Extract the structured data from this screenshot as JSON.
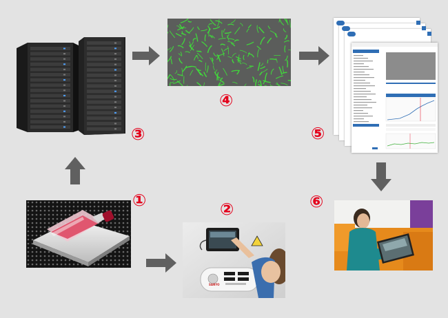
{
  "steps": [
    {
      "id": 1,
      "label": "①",
      "icon": "cell-culture-flask-icon"
    },
    {
      "id": 2,
      "label": "②",
      "icon": "incubator-touchscreen-icon"
    },
    {
      "id": 3,
      "label": "③",
      "icon": "server-rack-icon"
    },
    {
      "id": 4,
      "label": "④",
      "icon": "cell-image-icon"
    },
    {
      "id": 5,
      "label": "⑤",
      "icon": "report-pages-icon"
    },
    {
      "id": 6,
      "label": "⑥",
      "icon": "tablet-user-icon"
    }
  ],
  "report_page": {
    "chart_header": "Growth",
    "sidebar_header": "Experiments",
    "lot_header": "Lot"
  },
  "incubator": {
    "brand": "SANYO"
  },
  "colors": {
    "background": "#e3e3e3",
    "arrow": "#606060",
    "step_number": "#e4001b",
    "cell_green": "#3fe03a",
    "report_accent": "#2f6eb5"
  }
}
